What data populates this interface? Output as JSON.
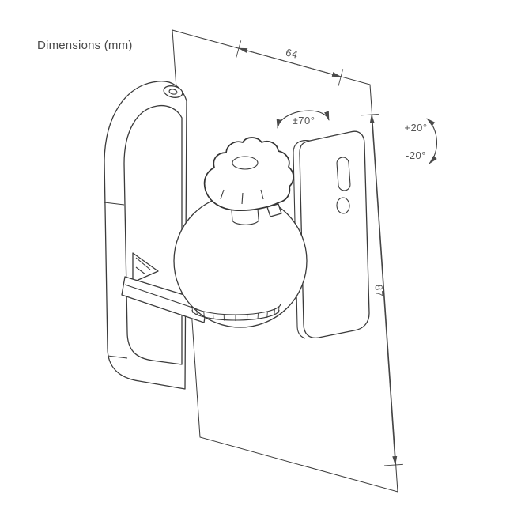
{
  "title": "Dimensions (mm)",
  "dimensions": {
    "width_mm": "64",
    "height_mm": "87",
    "swivel_range": "±70°",
    "tilt_up": "+20°",
    "tilt_down": "-20°"
  },
  "colors": {
    "line": "#3b3b3b",
    "text": "#555555",
    "background": "#ffffff"
  }
}
